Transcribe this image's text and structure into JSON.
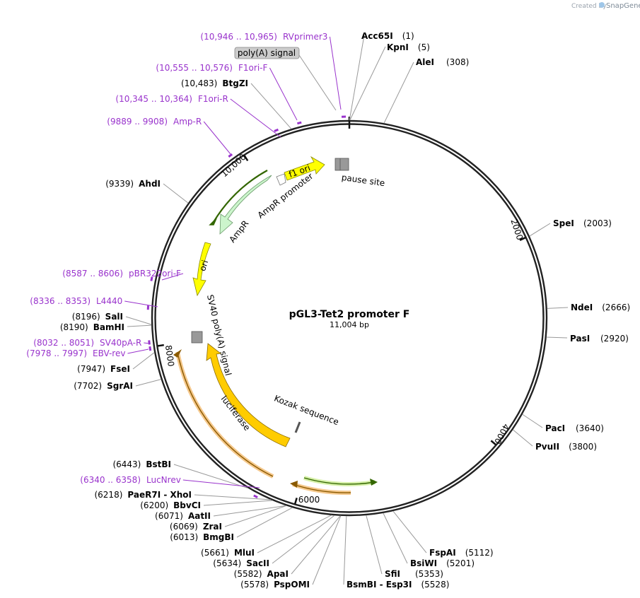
{
  "credit": {
    "prefix": "Created by",
    "brand": "SnapGene"
  },
  "plasmid": {
    "name": "pGL3-Tet2 promoter F",
    "size_label": "11,004 bp",
    "length": 11004
  },
  "ticks": [
    {
      "pos": 2000,
      "label": "2000"
    },
    {
      "pos": 4000,
      "label": "4000"
    },
    {
      "pos": 6000,
      "label": "6000"
    },
    {
      "pos": 8000,
      "label": "8000"
    },
    {
      "pos": 10000,
      "label": "10,000"
    }
  ],
  "sites": [
    {
      "name": "Acc65I",
      "coord": "(1)",
      "pos": 1
    },
    {
      "name": "KpnI",
      "coord": "(5)",
      "pos": 5
    },
    {
      "name": "AleI",
      "coord": "(308)",
      "pos": 308
    },
    {
      "name": "SpeI",
      "coord": "(2003)",
      "pos": 2003
    },
    {
      "name": "NdeI",
      "coord": "(2666)",
      "pos": 2666
    },
    {
      "name": "PasI",
      "coord": "(2920)",
      "pos": 2920
    },
    {
      "name": "PacI",
      "coord": "(3640)",
      "pos": 3640
    },
    {
      "name": "PvuII",
      "coord": "(3800)",
      "pos": 3800
    },
    {
      "name": "FspAI",
      "coord": "(5112)",
      "pos": 5112
    },
    {
      "name": "BsiWI",
      "coord": "(5201)",
      "pos": 5201
    },
    {
      "name": "SfiI",
      "coord": "(5353)",
      "pos": 5353
    },
    {
      "name": "BsmBI - Esp3I",
      "coord": "(5528)",
      "pos": 5528
    },
    {
      "name": "PspOMI",
      "coord": "(5578)",
      "pos": 5578
    },
    {
      "name": "ApaI",
      "coord": "(5582)",
      "pos": 5582
    },
    {
      "name": "SacII",
      "coord": "(5634)",
      "pos": 5634
    },
    {
      "name": "MluI",
      "coord": "(5661)",
      "pos": 5661
    },
    {
      "name": "BmgBI",
      "coord": "(6013)",
      "pos": 6013
    },
    {
      "name": "ZraI",
      "coord": "(6069)",
      "pos": 6069
    },
    {
      "name": "AatII",
      "coord": "(6071)",
      "pos": 6071
    },
    {
      "name": "BbvCI",
      "coord": "(6200)",
      "pos": 6200
    },
    {
      "name": "PaeR7I - XhoI",
      "coord": "(6218)",
      "pos": 6218
    },
    {
      "name": "BstBI",
      "coord": "(6443)",
      "pos": 6443
    },
    {
      "name": "SgrAI",
      "coord": "(7702)",
      "pos": 7702
    },
    {
      "name": "FseI",
      "coord": "(7947)",
      "pos": 7947
    },
    {
      "name": "BamHI",
      "coord": "(8190)",
      "pos": 8190
    },
    {
      "name": "SalI",
      "coord": "(8196)",
      "pos": 8196
    },
    {
      "name": "AhdI",
      "coord": "(9339)",
      "pos": 9339
    },
    {
      "name": "BtgZI",
      "coord": "(10,483)",
      "pos": 10483
    }
  ],
  "primers": [
    {
      "name": "RVprimer3",
      "coord": "(10,946 .. 10,965)",
      "pos": 10955
    },
    {
      "name": "F1ori-F",
      "coord": "(10,555 .. 10,576)",
      "pos": 10565
    },
    {
      "name": "F1ori-R",
      "coord": "(10,345 .. 10,364)",
      "pos": 10354
    },
    {
      "name": "Amp-R",
      "coord": "(9889 .. 9908)",
      "pos": 9898
    },
    {
      "name": "pBR322ori-F",
      "coord": "(8587 .. 8606)",
      "pos": 8596
    },
    {
      "name": "L4440",
      "coord": "(8336 .. 8353)",
      "pos": 8344
    },
    {
      "name": "SV40pA-R",
      "coord": "(8032 .. 8051)",
      "pos": 8041
    },
    {
      "name": "EBV-rev",
      "coord": "(7978 .. 7997)",
      "pos": 7987
    },
    {
      "name": "LucNrev",
      "coord": "(6340 .. 6358)",
      "pos": 6349
    }
  ],
  "features": [
    {
      "name": "f1 ori",
      "color": "#ffff00"
    },
    {
      "name": "AmpR promoter",
      "color": "#ffffff"
    },
    {
      "name": "AmpR",
      "color": "#ccf5cc"
    },
    {
      "name": "ori",
      "color": "#ffff00"
    },
    {
      "name": "SV40 poly(A) signal",
      "color": "#999999"
    },
    {
      "name": "luciferase",
      "color": "#ffcc00"
    },
    {
      "name": "Kozak sequence",
      "color": "#999999"
    },
    {
      "name": "pause site",
      "color": "#999999"
    },
    {
      "name": "poly(A) signal",
      "color": "#cccccc"
    }
  ],
  "colors": {
    "primer": "#9933cc",
    "ring": "#333333",
    "leader": "#999999"
  }
}
